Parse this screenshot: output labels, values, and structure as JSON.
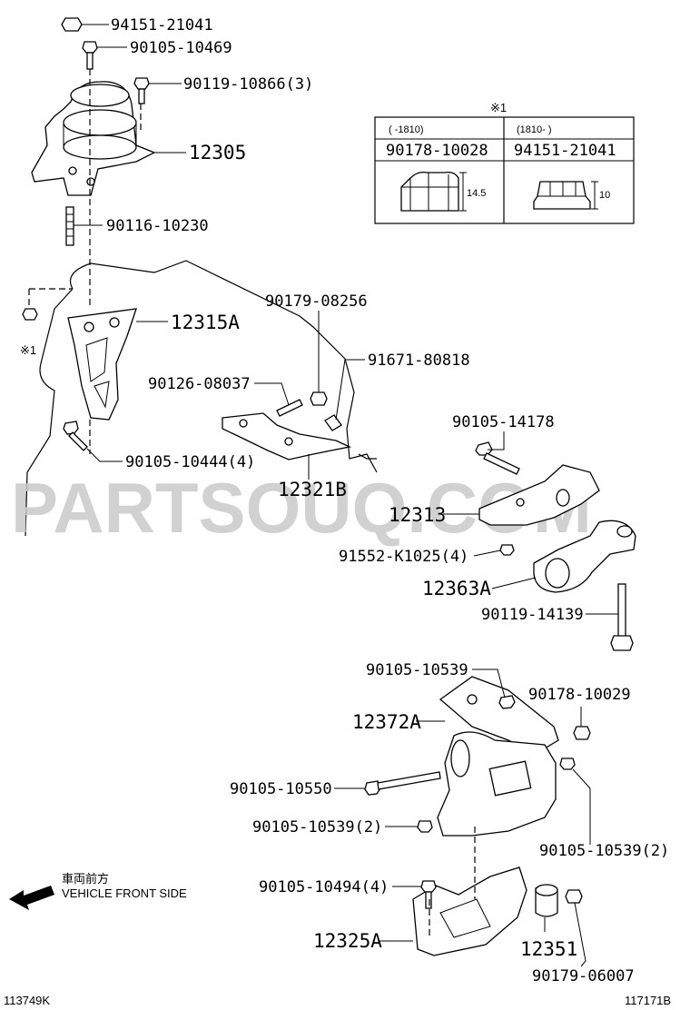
{
  "labels": {
    "p94151_21041": "94151-21041",
    "p90105_10469": "90105-10469",
    "p90119_10866": "90119-10866(3)",
    "p12305": "12305",
    "p90116_10230": "90116-10230",
    "p12315A": "12315A",
    "p90179_08256": "90179-08256",
    "p91671_80818": "91671-80818",
    "p90126_08037": "90126-08037",
    "p90105_10444": "90105-10444(4)",
    "p12321B": "12321B",
    "p90105_14178": "90105-14178",
    "p12313": "12313",
    "p91552_K1025": "91552-K1025(4)",
    "p12363A": "12363A",
    "p90119_14139": "90119-14139",
    "p90105_10539_top": "90105-10539",
    "p90178_10029": "90178-10029",
    "p12372A": "12372A",
    "p90105_10550": "90105-10550",
    "p90105_10539_left": "90105-10539(2)",
    "p90105_10539_right": "90105-10539(2)",
    "p90105_10494": "90105-10494(4)",
    "p12325A": "12325A",
    "p12351": "12351",
    "p90179_06007": "90179-06007",
    "note_mark": "※1"
  },
  "table": {
    "title": "※1",
    "col1_header": "(    -1810)",
    "col2_header": "(1810-    )",
    "col1_part": "90178-10028",
    "col2_part": "94151-21041",
    "col1_dim": "14.5",
    "col2_dim": "10"
  },
  "legend": {
    "jp": "車両前方",
    "en": "VEHICLE FRONT SIDE"
  },
  "footer": {
    "left_code": "113749K",
    "right_code": "117171B"
  },
  "watermark": "PARTSOUQ.COM"
}
